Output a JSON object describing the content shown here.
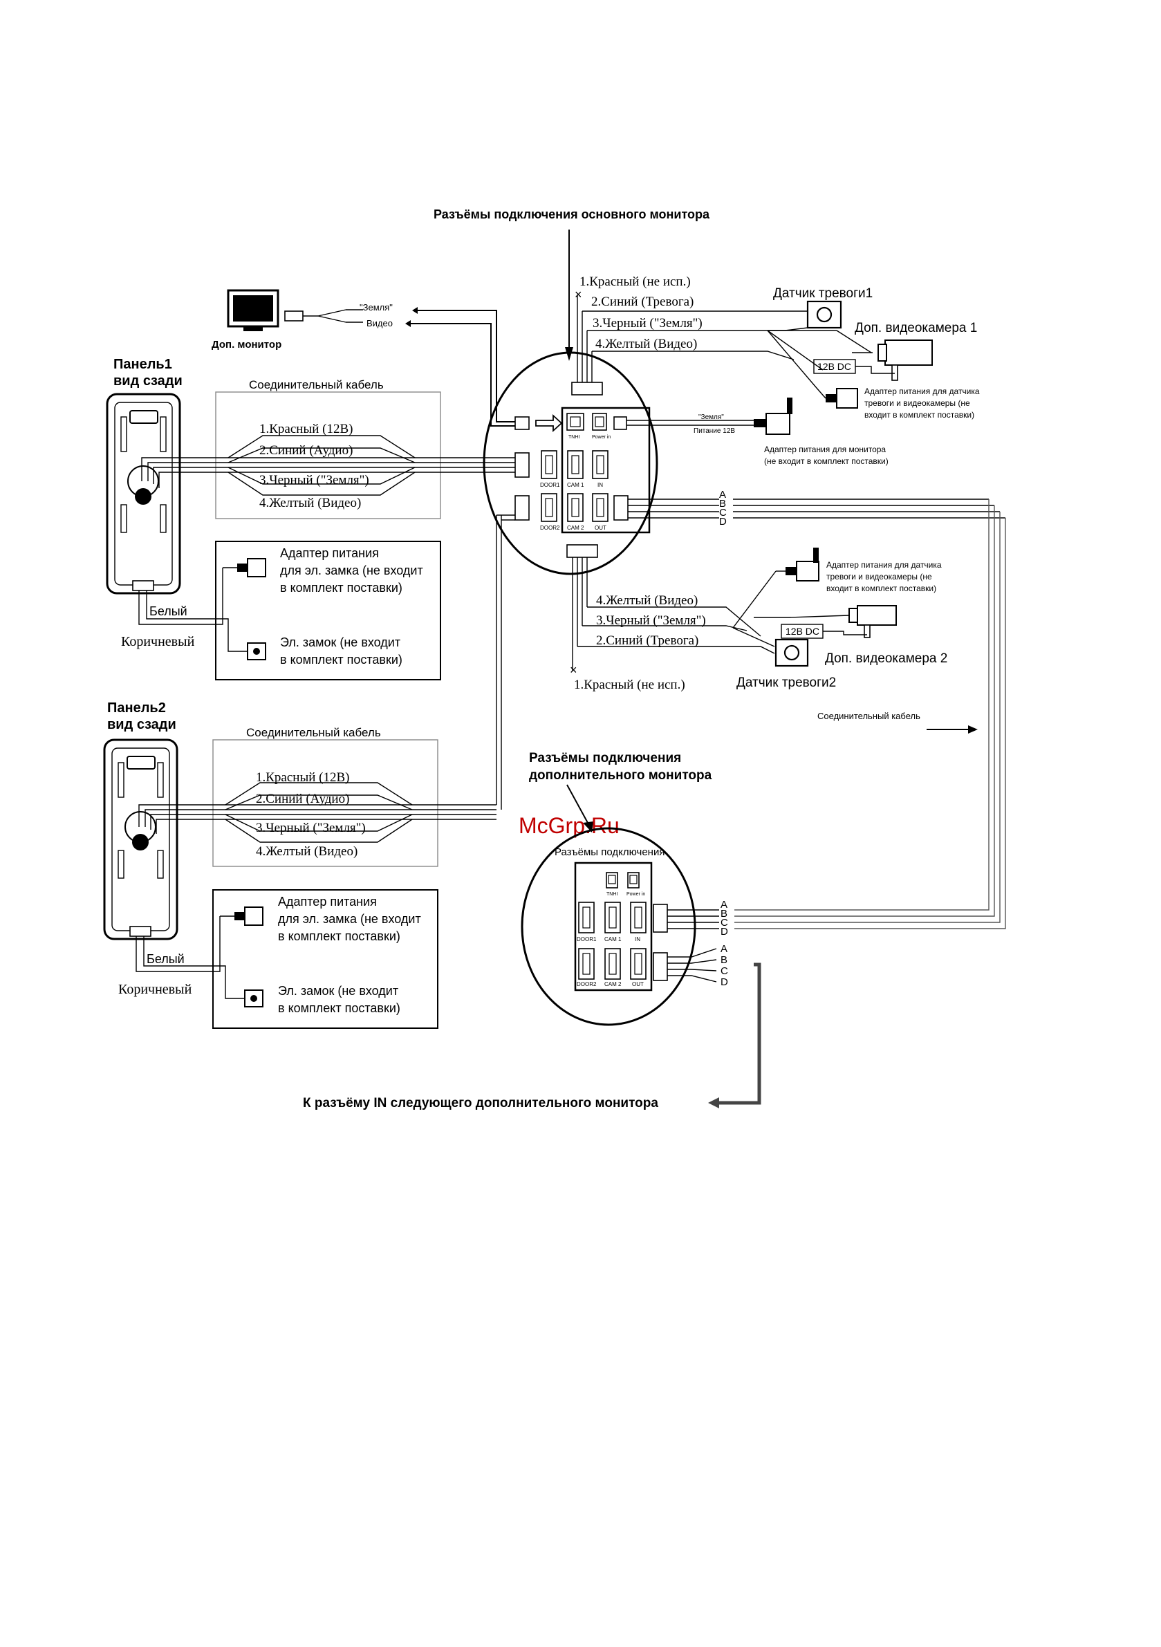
{
  "titles": {
    "main_connectors": "Разъёмы подключения основного монитора",
    "extra_connectors_line1": "Разъёмы подключения",
    "extra_connectors_line2": "дополнительного монитора",
    "extra_inner": "Разъёмы подключения",
    "next_monitor": "К разъёму IN следующего дополнительного монитора",
    "connecting_cable_right": "Соединительный кабель",
    "watermark": "McGrp.Ru"
  },
  "extra_monitor": {
    "label": "Доп. монитор",
    "ground": "\"Земля\"",
    "video": "Видео"
  },
  "panel1": {
    "title_line1": "Панель1",
    "title_line2": "вид сзади",
    "cable_title": "Соединительный кабель",
    "wires": [
      "1.Красный (12В)",
      "2.Синий (Аудио)",
      "3.Черный (\"Земля\")",
      "4.Желтый (Видео)"
    ],
    "adapter_line1": "Адаптер питания",
    "adapter_line2": "для эл. замка (не входит",
    "adapter_line3": "в комплект поставки)",
    "lock_line1": "Эл. замок (не входит",
    "lock_line2": "в комплект поставки)",
    "white": "Белый",
    "brown": "Коричневый"
  },
  "panel2": {
    "title_line1": "Панель2",
    "title_line2": "вид сзади",
    "cable_title": "Соединительный кабель",
    "wires": [
      "1.Красный (12В)",
      "2.Синий (Аудио)",
      "3.Черный (\"Земля\")",
      "4.Желтый (Видео)"
    ],
    "adapter_line1": "Адаптер питания",
    "adapter_line2": "для эл. замка (не входит",
    "adapter_line3": "в комплект поставки)",
    "lock_line1": "Эл. замок (не входит",
    "lock_line2": "в комплект поставки)",
    "white": "Белый",
    "brown": "Коричневый"
  },
  "top_wires": {
    "red": "1.Красный (не исп.)",
    "blue": "2.Синий (Тревога)",
    "black": "3.Черный (\"Земля\")",
    "yellow": "4.Желтый (Видео)"
  },
  "bottom_wires": {
    "yellow": "4.Желтый (Видео)",
    "black": "3.Черный (\"Земля\")",
    "blue": "2.Синий (Тревога)",
    "red": "1.Красный (не исп.)"
  },
  "alarm1": {
    "sensor": "Датчик тревоги1",
    "camera": "Доп. видеокамера 1",
    "dc": "12В DC",
    "adapter_line1": "Адаптер питания для датчика",
    "adapter_line2": "тревоги и видеокамеры (не",
    "adapter_line3": "входит в комплект поставки)"
  },
  "alarm2": {
    "sensor": "Датчик тревоги2",
    "camera": "Доп. видеокамера 2",
    "dc": "12В DC",
    "adapter_line1": "Адаптер питания для датчика",
    "adapter_line2": "тревоги и видеокамеры (не",
    "adapter_line3": "входит в комплект поставки)"
  },
  "monitor_adapter": {
    "ground": "\"Земля\"",
    "power": "Питание 12В",
    "line1": "Адаптер питания для монитора",
    "line2": "(не входит в комплект поставки)"
  },
  "ports": {
    "tamper": "TNHI",
    "power_in": "Power in",
    "door1": "DOOR1",
    "cam1": "CAM 1",
    "in": "IN",
    "door2": "DOOR2",
    "cam2": "CAM 2",
    "out": "OUT"
  },
  "bus": [
    "A",
    "B",
    "C",
    "D"
  ]
}
